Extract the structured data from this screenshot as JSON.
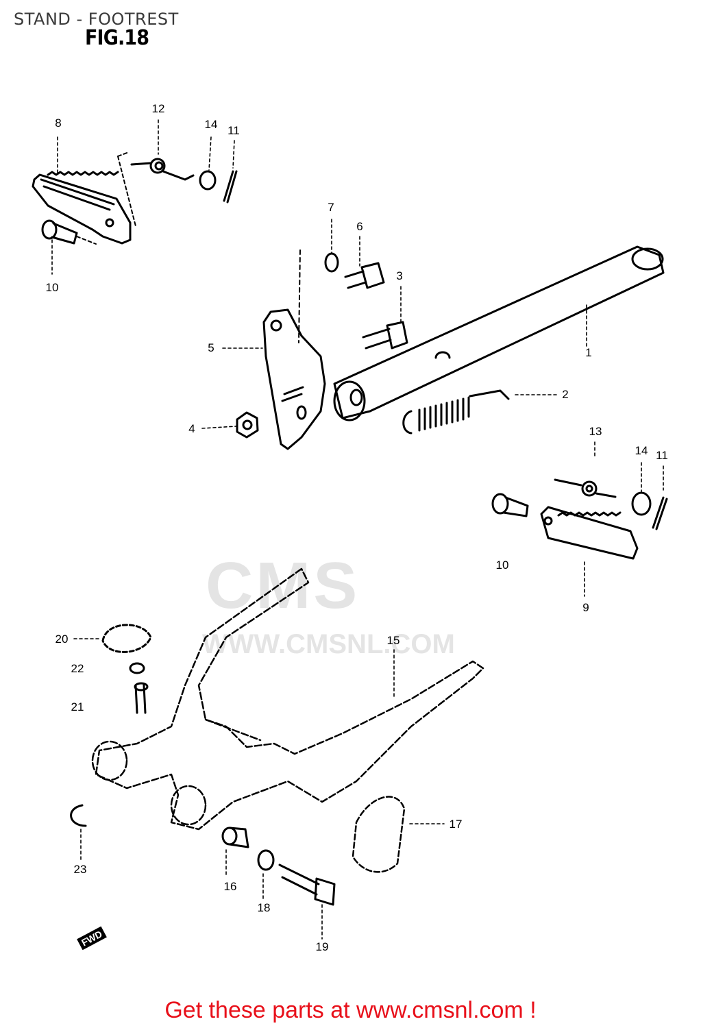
{
  "header": {
    "title": "STAND - FOOTREST",
    "figure": "FIG.18"
  },
  "watermark": {
    "logo": "CMS",
    "url": "WWW.CMSNL.COM"
  },
  "callouts": [
    {
      "num": "1",
      "part": "side-stand"
    },
    {
      "num": "2",
      "part": "stand-spring"
    },
    {
      "num": "3",
      "part": "bolt"
    },
    {
      "num": "4",
      "part": "nut"
    },
    {
      "num": "5",
      "part": "stand-bracket"
    },
    {
      "num": "6",
      "part": "bolt"
    },
    {
      "num": "7",
      "part": "washer"
    },
    {
      "num": "8",
      "part": "left-footrest"
    },
    {
      "num": "9",
      "part": "right-footrest"
    },
    {
      "num": "10",
      "part": "footrest-pin"
    },
    {
      "num": "10",
      "part": "footrest-pin"
    },
    {
      "num": "11",
      "part": "cotter-pin"
    },
    {
      "num": "11",
      "part": "cotter-pin"
    },
    {
      "num": "12",
      "part": "footrest-spring"
    },
    {
      "num": "13",
      "part": "footrest-spring"
    },
    {
      "num": "14",
      "part": "washer"
    },
    {
      "num": "14",
      "part": "washer"
    },
    {
      "num": "15",
      "part": "center-stand"
    },
    {
      "num": "16",
      "part": "collar"
    },
    {
      "num": "17",
      "part": "stand-cover"
    },
    {
      "num": "18",
      "part": "washer"
    },
    {
      "num": "19",
      "part": "pivot-bolt"
    },
    {
      "num": "20",
      "part": "rubber"
    },
    {
      "num": "21",
      "part": "bolt"
    },
    {
      "num": "22",
      "part": "washer"
    },
    {
      "num": "23",
      "part": "circlip"
    }
  ],
  "direction_marker": "FWD",
  "footer": {
    "text": "Get these parts at www.cmsnl.com !"
  },
  "colors": {
    "footer": "#e8101a",
    "ink": "#000000",
    "watermark": "#e4e4e4"
  }
}
